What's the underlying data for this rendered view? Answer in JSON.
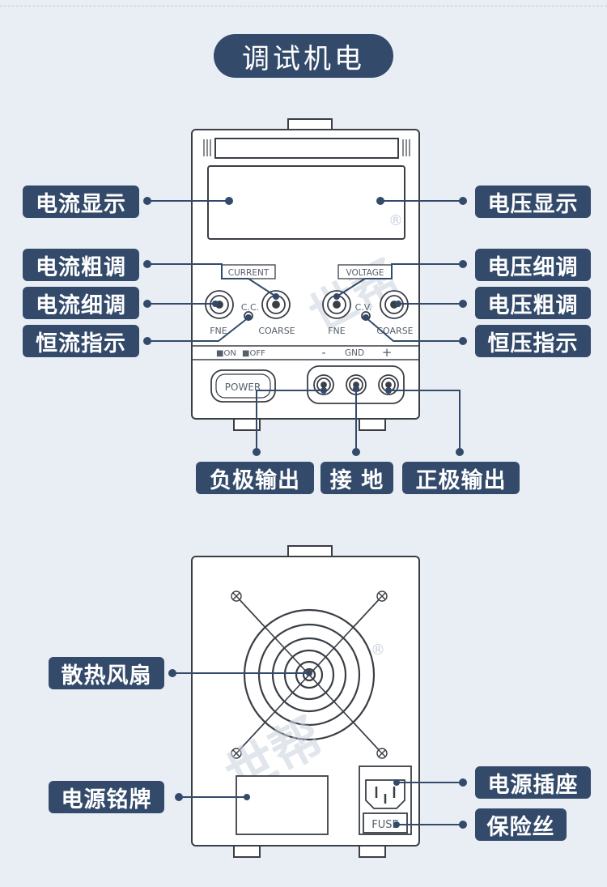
{
  "title": "调试机电",
  "front_panel": {
    "labels": {
      "current_display": "电流显示",
      "voltage_display": "电压显示",
      "current_coarse": "电流粗调",
      "voltage_fine": "电压细调",
      "current_fine": "电流细调",
      "voltage_coarse": "电压粗调",
      "cc_indicator": "恒流指示",
      "cv_indicator": "恒压指示",
      "negative_output": "负极输出",
      "ground": "接 地",
      "positive_output": "正极输出"
    },
    "panel_text": {
      "current_box": "CURRENT",
      "voltage_box": "VOLTAGE",
      "cc": "C.C.",
      "cv": "C.V.",
      "fne_left": "FNE",
      "coarse_left": "COARSE",
      "fne_right": "FNE",
      "coarse_right": "COARSE",
      "on": "■ON",
      "off": "■OFF",
      "minus": "-",
      "gnd": "GND",
      "plus": "+",
      "power": "POWER"
    }
  },
  "back_panel": {
    "labels": {
      "fan": "散热风扇",
      "nameplate": "电源铭牌",
      "socket": "电源插座",
      "fuse": "保险丝"
    },
    "panel_text": {
      "fuse": "FUSE"
    }
  },
  "watermark": {
    "registered": "®"
  },
  "colors": {
    "label_bg": "#334a6b",
    "line": "#334a6b",
    "background": "#e9eef5",
    "device_stroke": "#3a3f46"
  }
}
